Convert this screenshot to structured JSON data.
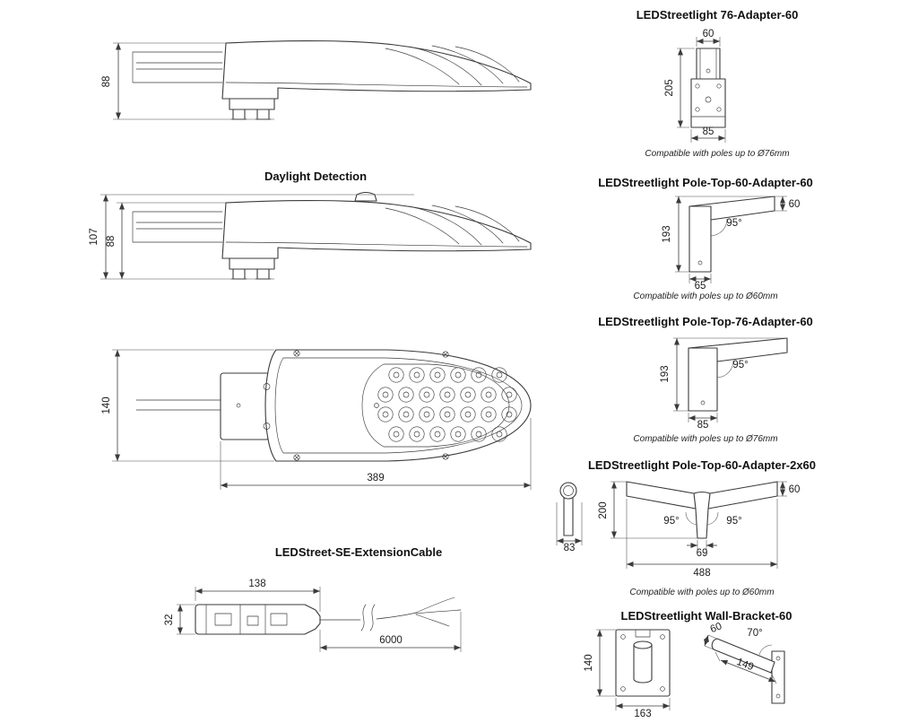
{
  "side_view": {
    "dim_height": "88"
  },
  "daylight_view": {
    "title": "Daylight Detection",
    "dim_total_height": "107",
    "dim_body_height": "88"
  },
  "top_view": {
    "dim_width": "140",
    "dim_length": "389"
  },
  "extension_cable": {
    "title": "LEDStreet-SE-ExtensionCable",
    "dim_connector_length": "138",
    "dim_connector_height": "32",
    "dim_cable_length": "6000"
  },
  "adapter_76": {
    "title": "LEDStreetlight 76-Adapter-60",
    "dim_spigot": "60",
    "dim_height": "205",
    "dim_body": "85",
    "note": "Compatible with poles up to Ø76mm"
  },
  "pole_top_60": {
    "title": "LEDStreetlight Pole-Top-60-Adapter-60",
    "dim_spigot": "60",
    "dim_height": "193",
    "dim_angle": "95°",
    "dim_base": "65",
    "note": "Compatible with poles up to Ø60mm"
  },
  "pole_top_76": {
    "title": "LEDStreetlight Pole-Top-76-Adapter-60",
    "dim_height": "193",
    "dim_angle": "95°",
    "dim_base": "85",
    "note": "Compatible with poles up to Ø76mm"
  },
  "pole_top_2x60": {
    "title": "LEDStreetlight Pole-Top-60-Adapter-2x60",
    "dim_side_width": "83",
    "dim_spigot": "60",
    "dim_height": "200",
    "dim_angle_left": "95°",
    "dim_angle_right": "95°",
    "dim_center": "69",
    "dim_span": "488",
    "note": "Compatible with poles up to Ø60mm"
  },
  "wall_bracket": {
    "title": "LEDStreetlight Wall-Bracket-60",
    "dim_plate_height": "140",
    "dim_plate_width": "163",
    "dim_spigot": "60",
    "dim_angle": "70°",
    "dim_arm_length": "149"
  }
}
